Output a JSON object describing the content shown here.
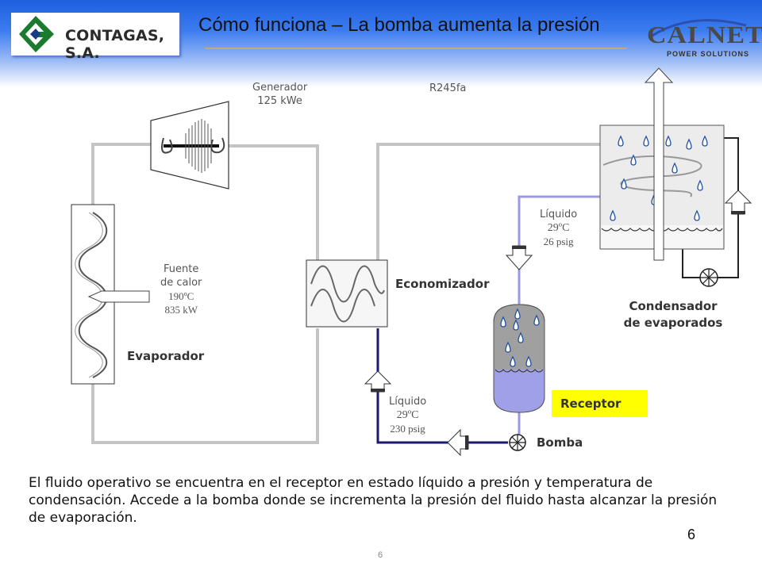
{
  "header": {
    "company_logo_text": "CONTAGAS, S.A.",
    "title": "Cómo funciona – La bomba aumenta la presión",
    "partner_logo_text": "CALNETIX",
    "partner_logo_subtitle": "POWER SOLUTIONS"
  },
  "diagram": {
    "generator": {
      "line1": "Generador",
      "line2": "125 kWe"
    },
    "refrigerant": "R245fa",
    "heat_source": {
      "line1": "Fuente",
      "line2": "de calor",
      "line3": "190ºC",
      "line4": "835 kW"
    },
    "evaporator_label": "Evaporador",
    "economizer_label": "Economizador",
    "condenser_label_line1": "Condensador",
    "condenser_label_line2": "de evaporados",
    "liquid_top": {
      "line1": "Líquido",
      "line2": "29ºC",
      "line3": "26 psig"
    },
    "liquid_bottom": {
      "line1": "Líquido",
      "line2": "29ºC",
      "line3": "230 psig"
    },
    "receiver_label": "Receptor",
    "pump_label": "Bomba"
  },
  "description": "El fluido operativo se encuentra en el receptor en estado líquido a presión y temperatura de condensación. Accede a la bomba donde se incrementa la presión del fluido hasta alcanzar la presión de evaporación.",
  "page_number": "6",
  "page_number_small": "6",
  "colors": {
    "header_blue": "#1e5fe0",
    "pipe_gray": "#c0c0c0",
    "pipe_low_pressure": "#9a9ae0",
    "pipe_high_pressure": "#1a1a6e",
    "liquid_fill": "#a0a0e8",
    "receptor_highlight": "#ffff00",
    "droplet_blue": "#1e4fa0"
  }
}
